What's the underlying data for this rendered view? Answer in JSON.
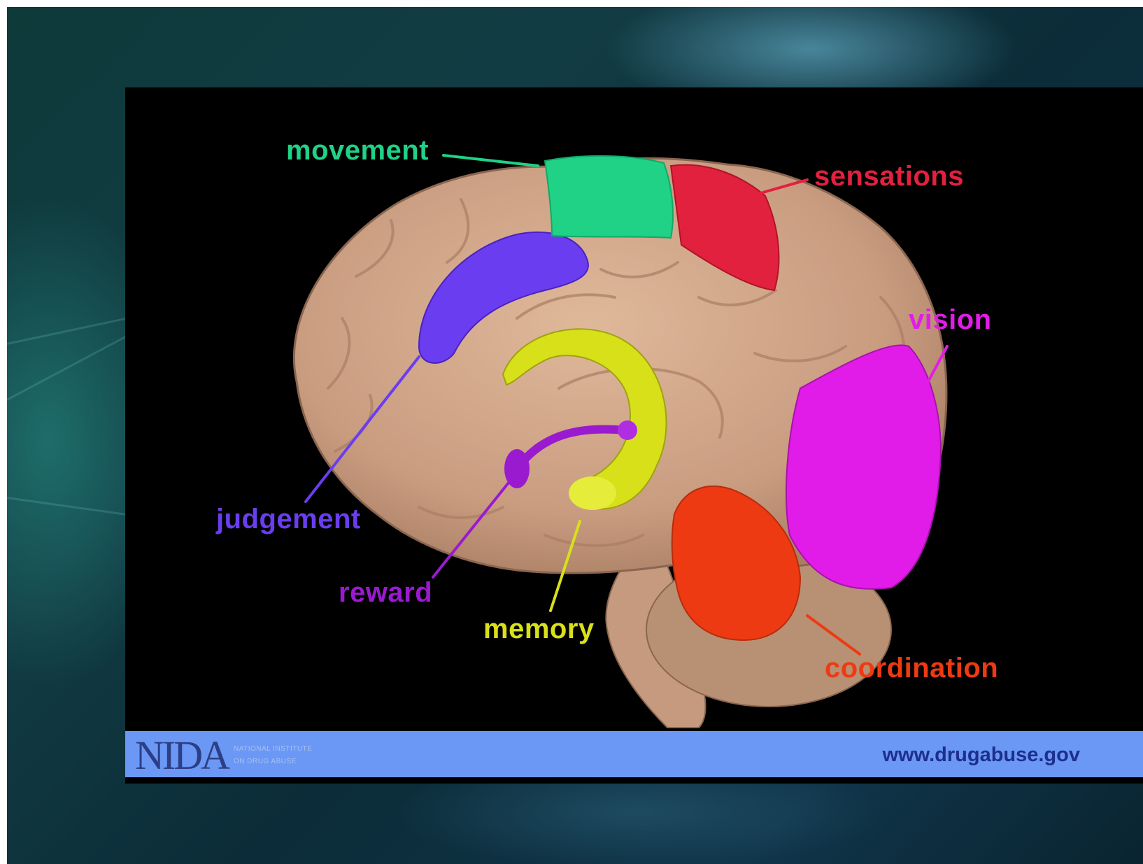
{
  "labels": {
    "movement": "movement",
    "sensations": "sensations",
    "vision": "vision",
    "judgement": "judgement",
    "reward": "reward",
    "memory": "memory",
    "coordination": "coordination"
  },
  "colors": {
    "movement": "#1fd286",
    "sensations": "#e2213e",
    "vision": "#e21ce8",
    "judgement": "#6a3df0",
    "reward": "#9a1ad0",
    "memory": "#d8e01a",
    "coordination": "#ee3a12",
    "brain": "#caa083",
    "footer": "#6b98f5"
  },
  "footer": {
    "logo_word": "NIDA",
    "logo_line1": "NATIONAL INSTITUTE",
    "logo_line2": "ON DRUG ABUSE",
    "url": "www.drugabuse.gov"
  }
}
